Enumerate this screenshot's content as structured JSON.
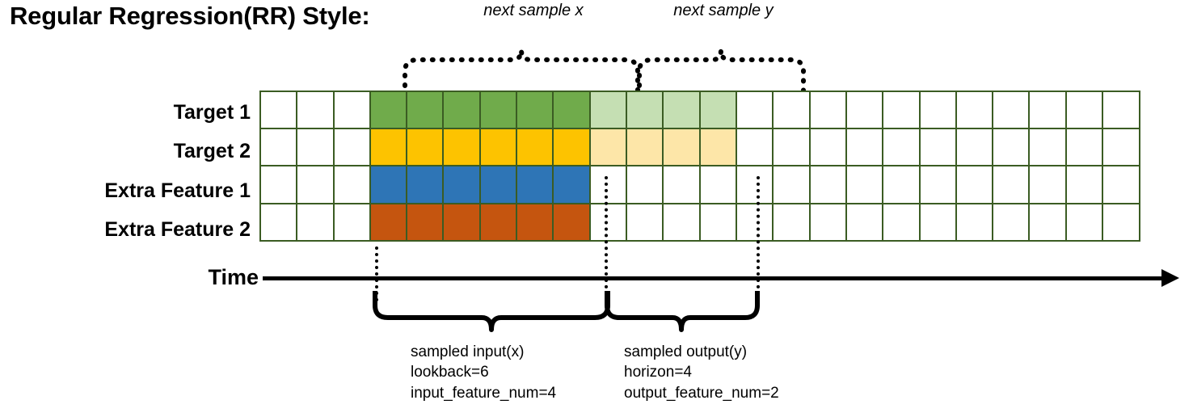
{
  "title": "Regular Regression(RR) Style:",
  "top_braces": [
    {
      "label": "next sample x"
    },
    {
      "label": "next sample y"
    }
  ],
  "rows": [
    {
      "label": "Target 1",
      "fill_dark": "#70AB4B",
      "fill_light": "#C5DFB3",
      "dark_count": 6,
      "light_count": 4
    },
    {
      "label": "Target 2",
      "fill_dark": "#FDC300",
      "fill_light": "#FDE6A8",
      "dark_count": 6,
      "light_count": 4
    },
    {
      "label": "Extra Feature 1",
      "fill_dark": "#2E75B6",
      "fill_light": null,
      "dark_count": 6,
      "light_count": 0
    },
    {
      "label": "Extra Feature 2",
      "fill_dark": "#C5550F",
      "fill_light": null,
      "dark_count": 6,
      "light_count": 0
    }
  ],
  "grid": {
    "total_columns": 24,
    "leading_empty_columns": 3,
    "border_color": "#3b5c23",
    "empty_fill": "#ffffff"
  },
  "time_axis": {
    "label": "Time"
  },
  "bottom_notes": [
    {
      "line1": "sampled input(x)",
      "line2": "lookback=6",
      "line3": "input_feature_num=4"
    },
    {
      "line1": "sampled output(y)",
      "line2": "horizon=4",
      "line3": "output_feature_num=2"
    }
  ]
}
